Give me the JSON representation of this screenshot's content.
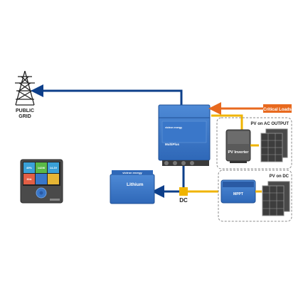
{
  "labels": {
    "public_grid_line1": "PUBLIC",
    "public_grid_line2": "GRID",
    "critical_loads": "Critical Loads",
    "pv_on_ac_output": "PV on AC OUTPUT",
    "pv_on_dc": "PV on DC",
    "dc": "DC",
    "pv_inverter": "PV Inverter",
    "multiplus": "MultiPlus",
    "lithium": "Lithium",
    "victron": "victron energy",
    "mppt": "MPPT"
  },
  "display": {
    "tiles": [
      "49%",
      "142W",
      "14.2V",
      "30A",
      "",
      ""
    ]
  },
  "colors": {
    "ac_line": "#0d3f8a",
    "dc_line": "#f0b400",
    "critical_loads": "#e8691e",
    "victron_blue": "#3a77c9",
    "dashed_box": "#8a8a8a"
  }
}
